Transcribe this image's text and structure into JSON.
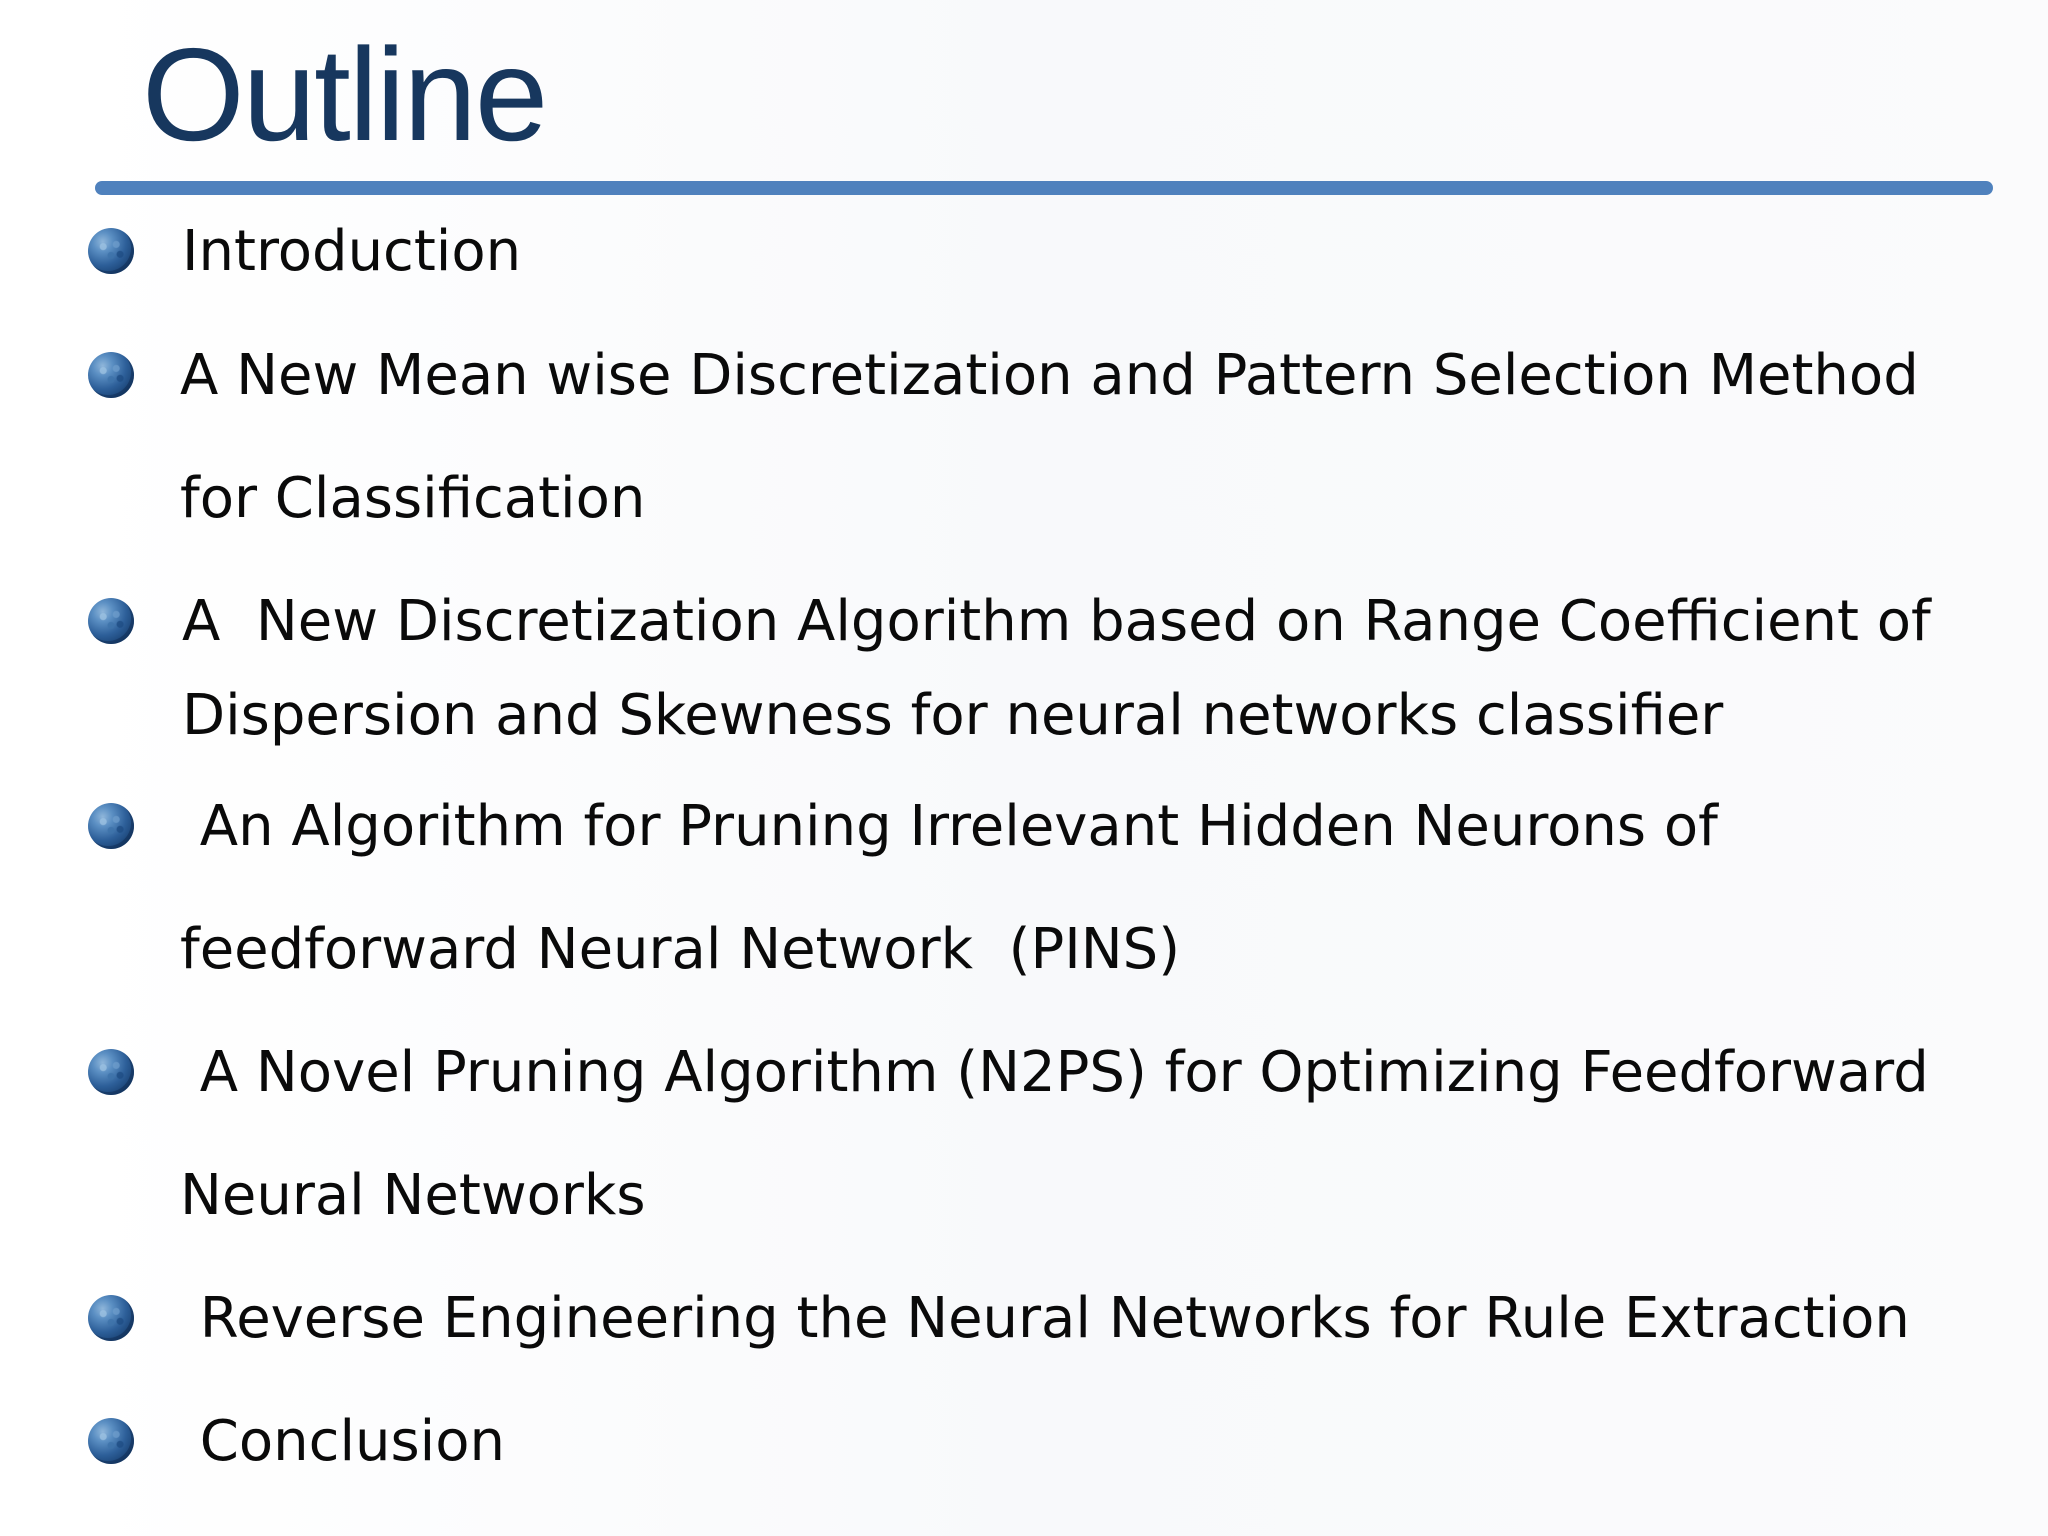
{
  "slide": {
    "title": "Outline",
    "items": [
      {
        "lines": [
          "Introduction"
        ]
      },
      {
        "lines": [
          "A New Mean wise Discretization and Pattern Selection Method",
          "for Classification"
        ]
      },
      {
        "lines": [
          "A  New Discretization Algorithm based on Range Coefficient of",
          "Dispersion and Skewness for neural networks classifier"
        ]
      },
      {
        "lines": [
          " An Algorithm for Pruning Irrelevant Hidden Neurons of",
          "feedforward Neural Network  (PINS)"
        ]
      },
      {
        "lines": [
          " A Novel Pruning Algorithm (N2PS) for Optimizing Feedforward",
          "Neural Networks"
        ]
      },
      {
        "lines": [
          " Reverse Engineering the Neural Networks for Rule Extraction"
        ]
      },
      {
        "lines": [
          " Conclusion"
        ]
      }
    ]
  },
  "colors": {
    "title": "#17375e",
    "rule": "#4f81bd",
    "text": "#0a0a0a",
    "bullet": "#2d5f99"
  }
}
